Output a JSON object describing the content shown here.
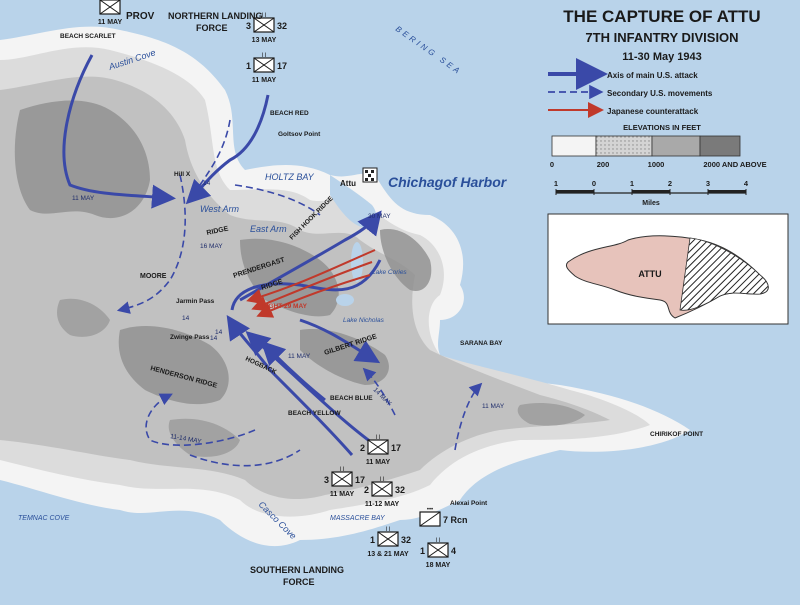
{
  "title": {
    "main": "THE CAPTURE OF ATTU",
    "division": "7TH INFANTRY DIVISION",
    "dates": "11-30 May 1943"
  },
  "legend": {
    "main_attack": "Axis of main U.S. attack",
    "secondary": "Secondary U.S. movements",
    "counterattack": "Japanese counterattack",
    "elevations_title": "ELEVATIONS IN FEET",
    "elev_0": "0",
    "elev_200": "200",
    "elev_1000": "1000",
    "elev_2000": "2000 AND ABOVE",
    "scale_ticks": [
      "1",
      "0",
      "1",
      "2",
      "3",
      "4"
    ],
    "scale_unit": "Miles",
    "colors": {
      "main_attack": "#3a49a8",
      "secondary": "#3a49a8",
      "counterattack": "#c0392b",
      "water": "#b9d3ea",
      "land": "#f2f2f2"
    }
  },
  "inset": {
    "label": "ATTU"
  },
  "forces": {
    "northern": "PROV  NORTHERN LANDING FORCE",
    "northern_prov": "PROV",
    "northern_line1": "NORTHERN LANDING",
    "northern_line2": "FORCE",
    "southern_line1": "SOUTHERN LANDING",
    "southern_line2": "FORCE"
  },
  "units": [
    {
      "id": "prov",
      "number": "",
      "date": "11 MAY"
    },
    {
      "id": "n3-32",
      "left": "3",
      "number": "32",
      "date": "13 MAY"
    },
    {
      "id": "n1-17",
      "left": "1",
      "number": "17",
      "date": "11 MAY"
    },
    {
      "id": "s2-17",
      "left": "2",
      "number": "17",
      "date": "11 MAY"
    },
    {
      "id": "s3-17",
      "left": "3",
      "number": "17",
      "date": "11 MAY"
    },
    {
      "id": "s2-32",
      "left": "2",
      "number": "32",
      "date": "11-12 MAY"
    },
    {
      "id": "s7rcn",
      "left": "",
      "number": "7 Rcn",
      "date": ""
    },
    {
      "id": "s1-32",
      "left": "1",
      "number": "32",
      "date": "13 & 21 MAY"
    },
    {
      "id": "s1-4",
      "left": "1",
      "number": "4",
      "date": "18 MAY"
    }
  ],
  "places": {
    "beach_scarlet": "BEACH SCARLET",
    "austin_cove": "Austin Cove",
    "bering_sea": "BERING SEA",
    "beach_red": "BEACH RED",
    "goltsov_point": "Goltsov Point",
    "hill_x": "Hill X",
    "holtz_bay": "HOLTZ BAY",
    "west_arm": "West Arm",
    "east_arm": "East Arm",
    "ridge": "RIDGE",
    "moore": "MOORE",
    "attu": "Attu",
    "chichagof_harbor": "Chichagof Harbor",
    "fish_hook_ridge": "FISH HOOK RIDGE",
    "prendergast_ridge": "PRENDERGAST RIDGE",
    "prendergast": "PRENDERGAST",
    "ridge2": "RIDGE",
    "lake_cories": "Lake Cories",
    "lake_nicholas": "Lake Nicholas",
    "night_29_may": "NIGHT 29 MAY",
    "jarmin_pass": "Jarmin Pass",
    "zwinge_pass": "Zwinge Pass",
    "henderson_ridge": "HENDERSON RIDGE",
    "hogback": "HOGBACK",
    "gilbert_ridge": "GILBERT RIDGE",
    "sarana_bay": "SARANA BAY",
    "beach_blue": "BEACH BLUE",
    "beach_yellow": "BEACH YELLOW",
    "chirikof_point": "CHIRIKOF POINT",
    "temnac_cove": "TEMNAC COVE",
    "casco_cove": "Casco Cove",
    "massacre_bay": "MASSACRE BAY",
    "alexai_point": "Alexai Point",
    "d11may_w": "11 MAY",
    "d16may": "16 MAY",
    "d30may": "30 MAY",
    "d11may_c": "11 MAY",
    "d14may": "14 MAY",
    "d11may_e": "11 MAY",
    "d11_14may": "11-14 MAY",
    "n14a": "14",
    "n14b": "14",
    "n14c": "14",
    "n14d": "14",
    "n2a": "2",
    "n1a": "1",
    "n1b": "1",
    "n3a": "3",
    "n17a": "17"
  }
}
